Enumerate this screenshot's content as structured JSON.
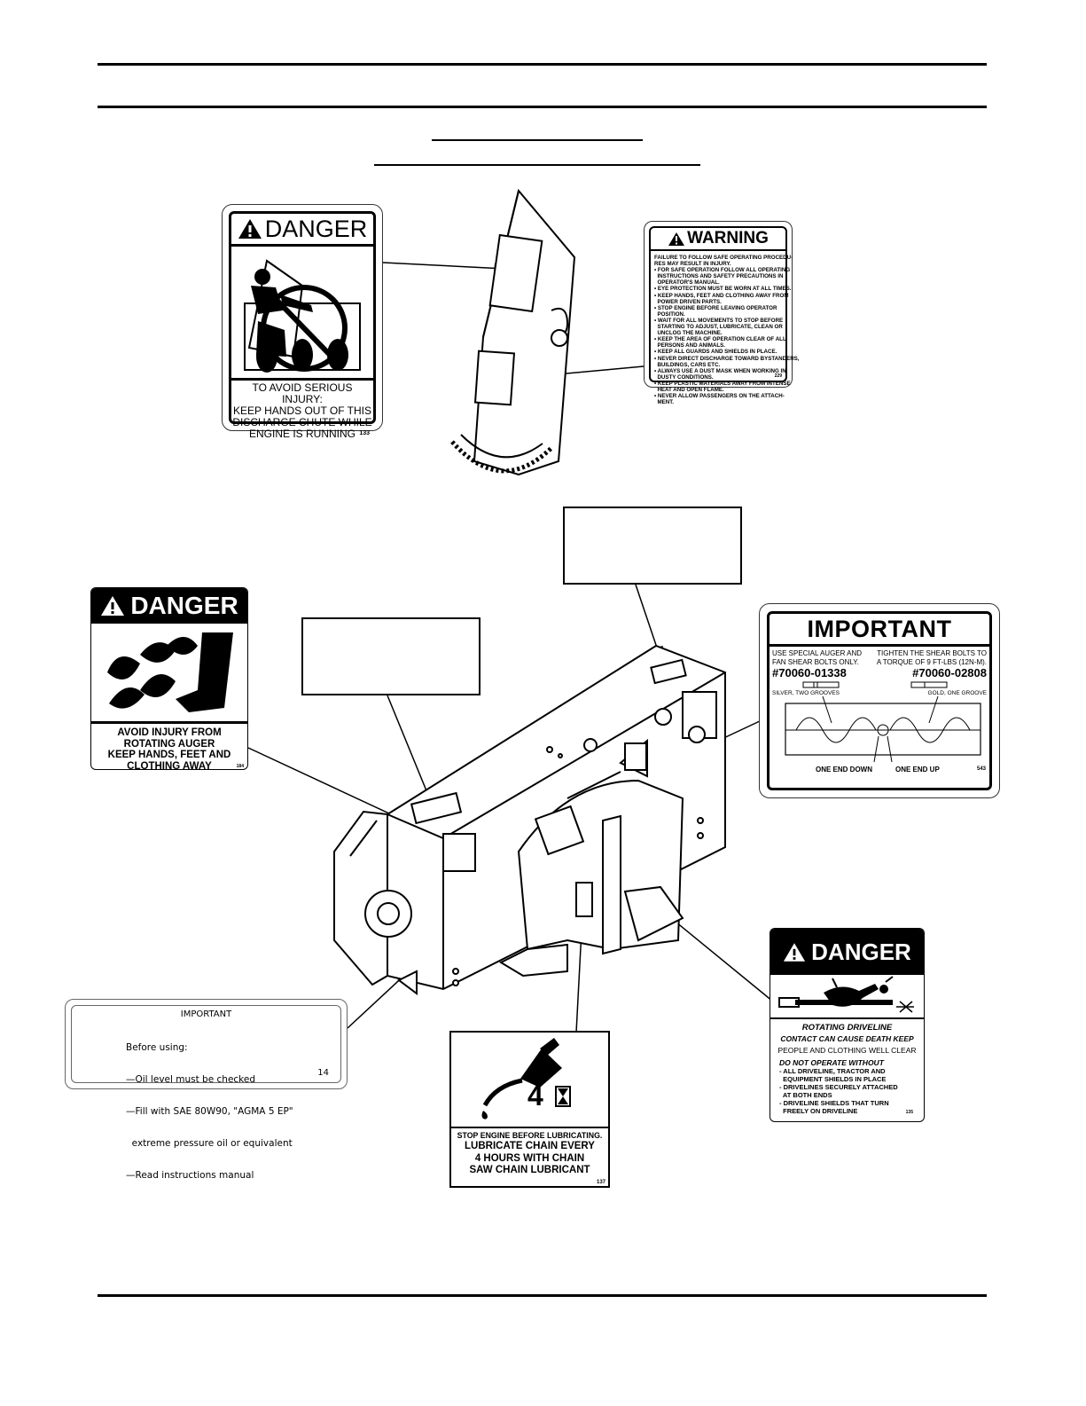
{
  "decal_danger_chute": {
    "header": "DANGER",
    "lines": [
      "TO AVOID SERIOUS INJURY:",
      "KEEP HANDS OUT OF THIS",
      "DISCHARGE CHUTE WHILE",
      "ENGINE IS RUNNING"
    ],
    "code": "133"
  },
  "decal_warning": {
    "header": "WARNING",
    "lines": [
      "FAILURE TO FOLLOW SAFE OPERATING PROCEDU-",
      "RES MAY RESULT IN INJURY.",
      "• FOR SAFE OPERATION FOLLOW ALL OPERATING",
      "  INSTRUCTIONS AND SAFETY PRECAUTIONS IN",
      "  OPERATOR'S MANUAL.",
      "• EYE PROTECTION MUST BE WORN AT ALL TIMES.",
      "• KEEP HANDS, FEET AND CLOTHING AWAY FROM",
      "  POWER DRIVEN PARTS.",
      "• STOP ENGINE BEFORE LEAVING OPERATOR",
      "  POSITION.",
      "• WAIT FOR ALL MOVEMENTS TO STOP BEFORE",
      "  STARTING TO ADJUST, LUBRICATE, CLEAN OR",
      "  UNCLOG THE MACHINE.",
      "• KEEP THE AREA OF OPERATION CLEAR OF ALL",
      "  PERSONS AND ANIMALS.",
      "• KEEP ALL GUARDS AND SHIELDS IN PLACE.",
      "• NEVER DIRECT DISCHARGE TOWARD BYSTANDERS,",
      "  BUILDINGS, CARS ETC.",
      "• ALWAYS USE A DUST MASK WHEN WORKING IN",
      "  DUSTY CONDITIONS.",
      "• KEEP PLASTIC MATERIALS AWAY FROM INTENSE",
      "  HEAT AND OPEN FLAME.",
      "• NEVER ALLOW PASSENGERS ON THE ATTACH-",
      "  MENT."
    ],
    "code": "229"
  },
  "decal_danger_auger": {
    "header": "DANGER",
    "lines": [
      "AVOID INJURY FROM",
      "ROTATING AUGER",
      "KEEP HANDS, FEET AND",
      "CLOTHING AWAY"
    ],
    "code": "184"
  },
  "decal_important_shear": {
    "header": "IMPORTANT",
    "left_text": [
      "USE SPECIAL AUGER AND",
      "FAN SHEAR BOLTS ONLY."
    ],
    "right_text": [
      "TIGHTEN THE SHEAR BOLTS TO",
      "A TORQUE OF 9 FT-LBS (12N-M)."
    ],
    "left_part": "#70060-01338",
    "right_part": "#70060-02808",
    "left_caption": "SILVER, TWO GROOVES",
    "right_caption": "GOLD, ONE GROOVE",
    "bottom_left": "ONE END DOWN",
    "bottom_right": "ONE END UP",
    "code": "543"
  },
  "decal_important_oil": {
    "title": "IMPORTANT",
    "lines": [
      "Before using:",
      "—Oil level must be checked",
      "—Fill with SAE 80W90, \"AGMA 5 EP\"",
      "  extreme pressure oil or equivalent",
      "—Read instructions manual"
    ],
    "code": "14"
  },
  "decal_lubricate": {
    "number": "4",
    "line1": "STOP ENGINE BEFORE LUBRICATING.",
    "lines": [
      "LUBRICATE CHAIN EVERY",
      "4 HOURS WITH CHAIN",
      "SAW CHAIN LUBRICANT"
    ],
    "code": "137"
  },
  "decal_danger_driveline": {
    "header": "DANGER",
    "subtitle": "ROTATING DRIVELINE",
    "line_a": "CONTACT CAN CAUSE DEATH KEEP",
    "line_b": "PEOPLE AND CLOTHING WELL CLEAR",
    "do_not": "DO NOT OPERATE WITHOUT",
    "bullets": [
      "- ALL DRIVELINE, TRACTOR AND",
      "  EQUIPMENT SHIELDS IN PLACE",
      "- DRIVELINES SECURELY ATTACHED",
      "  AT BOTH ENDS",
      "- DRIVELINE SHIELDS THAT TURN",
      "  FREELY ON DRIVELINE"
    ],
    "code": "135"
  }
}
